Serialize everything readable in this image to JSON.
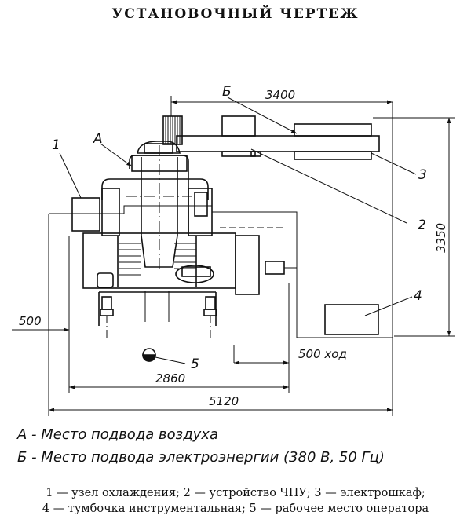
{
  "title": "УСТАНОВОЧНЫЙ ЧЕРТЕЖ",
  "callouts": {
    "n1": "1",
    "n2": "2",
    "n3": "3",
    "n4": "4",
    "n5": "5",
    "a": "А",
    "b": "Б"
  },
  "dimensions": {
    "d3400": "3400",
    "d3350": "3350",
    "d500": "500",
    "d500_travel": "500 ход",
    "d2860": "2860",
    "d5120": "5120"
  },
  "notes": {
    "a": "А - Место подвода воздуха",
    "b": "Б - Место подвода электроэнергии (380 В, 50 Гц)"
  },
  "legend": {
    "line1": "1 — узел охлаждения; 2 — устройство ЧПУ; 3 — электрошкаф;",
    "line2": "4 — тумбочка инструментальная; 5 — рабочее место оператора"
  }
}
